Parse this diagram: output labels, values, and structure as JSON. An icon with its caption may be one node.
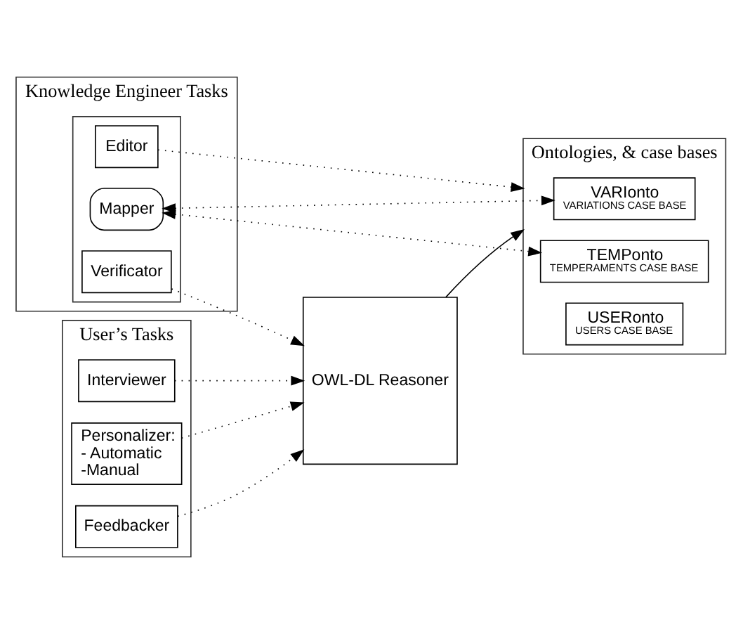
{
  "diagram": {
    "nodes": [
      {
        "text": [
          "Knowledge Engineer Tasks"
        ]
      },
      {
        "text": [],
        "shape": "box",
        "in": 0
      },
      {
        "text": [
          "Editor"
        ],
        "in": 1
      },
      {
        "text": [
          "Mapper"
        ],
        "in": 1
      },
      {
        "text": [
          "Verificator"
        ],
        "in": 1
      },
      {
        "text": [
          "User’s Tasks"
        ]
      },
      {
        "text": [
          "Interviewer"
        ],
        "in": 5
      },
      {
        "text": [
          "Personalizer: - Automatic -Manual"
        ],
        "in": 5
      },
      {
        "text": [
          "Feedbacker"
        ],
        "in": 5
      },
      {
        "text": [
          "OWL-DL Reasoner"
        ]
      },
      {
        "text": [
          "Ontologies, & case bases"
        ]
      },
      {
        "text": [
          "VARIonto",
          "VARIATIONS CASE BASE"
        ],
        "in": 10
      },
      {
        "text": [
          "TEMPonto",
          "TEMPERAMENTS CASE BASE"
        ],
        "in": 10
      },
      {
        "text": [
          "USERonto",
          "USERS CASE BASE"
        ],
        "in": 10
      }
    ],
    "edges": [
      {
        "from": 2,
        "to": 10,
        "arrow": "to",
        "style": "dashed"
      },
      {
        "from": 3,
        "to": 11,
        "arrow": "both",
        "style": "dashed"
      },
      {
        "from": 3,
        "to": 12,
        "arrow": "both",
        "style": "dashed"
      },
      {
        "from": 4,
        "to": 9,
        "arrow": "to",
        "style": "dashed"
      },
      {
        "from": 6,
        "to": 9,
        "arrow": "to",
        "style": "dashed"
      },
      {
        "from": 7,
        "to": 9,
        "arrow": "to",
        "style": "dashed"
      },
      {
        "from": 8,
        "to": 9,
        "arrow": "to",
        "style": "dashed"
      },
      {
        "from": 9,
        "to": 10,
        "arrow": "to"
      }
    ]
  }
}
